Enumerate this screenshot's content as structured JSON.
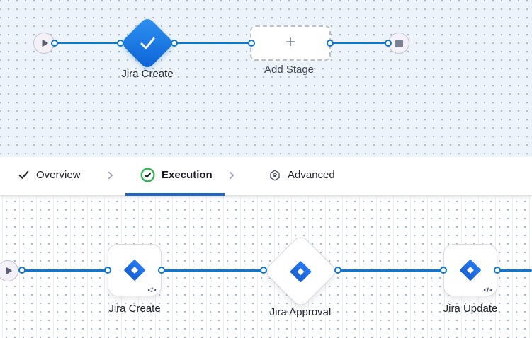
{
  "top_canvas": {
    "start_node": {
      "icon": "play-icon"
    },
    "stage_node": {
      "label": "Jira Create",
      "icon": "check-icon"
    },
    "add_stage_node": {
      "label": "Add Stage",
      "plus": "+",
      "icon": "plus-icon"
    },
    "end_node": {
      "icon": "stop-icon"
    }
  },
  "tab_bar": {
    "tabs": [
      {
        "label": "Overview",
        "icon": "check-icon",
        "active": false
      },
      {
        "label": "Execution",
        "icon": "circle-check-icon",
        "active": true
      },
      {
        "label": "Advanced",
        "icon": "hexagon-layers-icon",
        "active": false
      }
    ],
    "separator_icon": "chevron-right-icon"
  },
  "bottom_canvas": {
    "start_node": {
      "icon": "play-icon"
    },
    "steps": [
      {
        "label": "Jira Create",
        "shape": "rounded-square",
        "icon": "jira-icon",
        "badge": "</>"
      },
      {
        "label": "Jira Approval",
        "shape": "diamond",
        "icon": "jira-icon"
      },
      {
        "label": "Jira Update",
        "shape": "rounded-square",
        "icon": "jira-icon",
        "badge": "</>"
      }
    ]
  },
  "colors": {
    "accent_blue": "#0b77d4",
    "underline_blue": "#2166cc",
    "success_green": "#2cb553",
    "top_canvas_bg": "#ecf4fa",
    "diamond_gradient_start": "#2f93f0",
    "diamond_gradient_end": "#0b61d6"
  }
}
